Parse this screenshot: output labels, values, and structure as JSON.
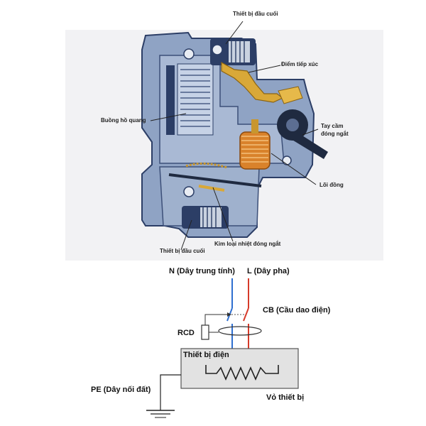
{
  "breaker_labels": {
    "terminal_top": "Thiết bị đầu cuối",
    "contact_point": "Điểm tiếp xúc",
    "arc_chamber": "Buồng hồ quang",
    "handle_line1": "Tay cầm",
    "handle_line2": "đóng ngắt",
    "coil_core": "Lõi đồng",
    "bimetal": "Kim loại nhiệt đóng ngắt",
    "terminal_bottom": "Thiết bị đầu cuối"
  },
  "circuit_labels": {
    "neutral": "N (Dây trung tính)",
    "phase": "L (Dây pha)",
    "cb": "CB (Cầu dao điện)",
    "rcd": "RCD",
    "device": "Thiết bị điện",
    "pe": "PE (Dây nối đất)",
    "casing": "Vỏ thiết bị"
  },
  "colors": {
    "neutral_wire": "#2f6fd0",
    "phase_wire": "#d63a2a",
    "breaker_body": "#8fa3c4",
    "breaker_dark": "#2c3e66",
    "coil": "#d9822b",
    "copper": "#c8962e"
  }
}
